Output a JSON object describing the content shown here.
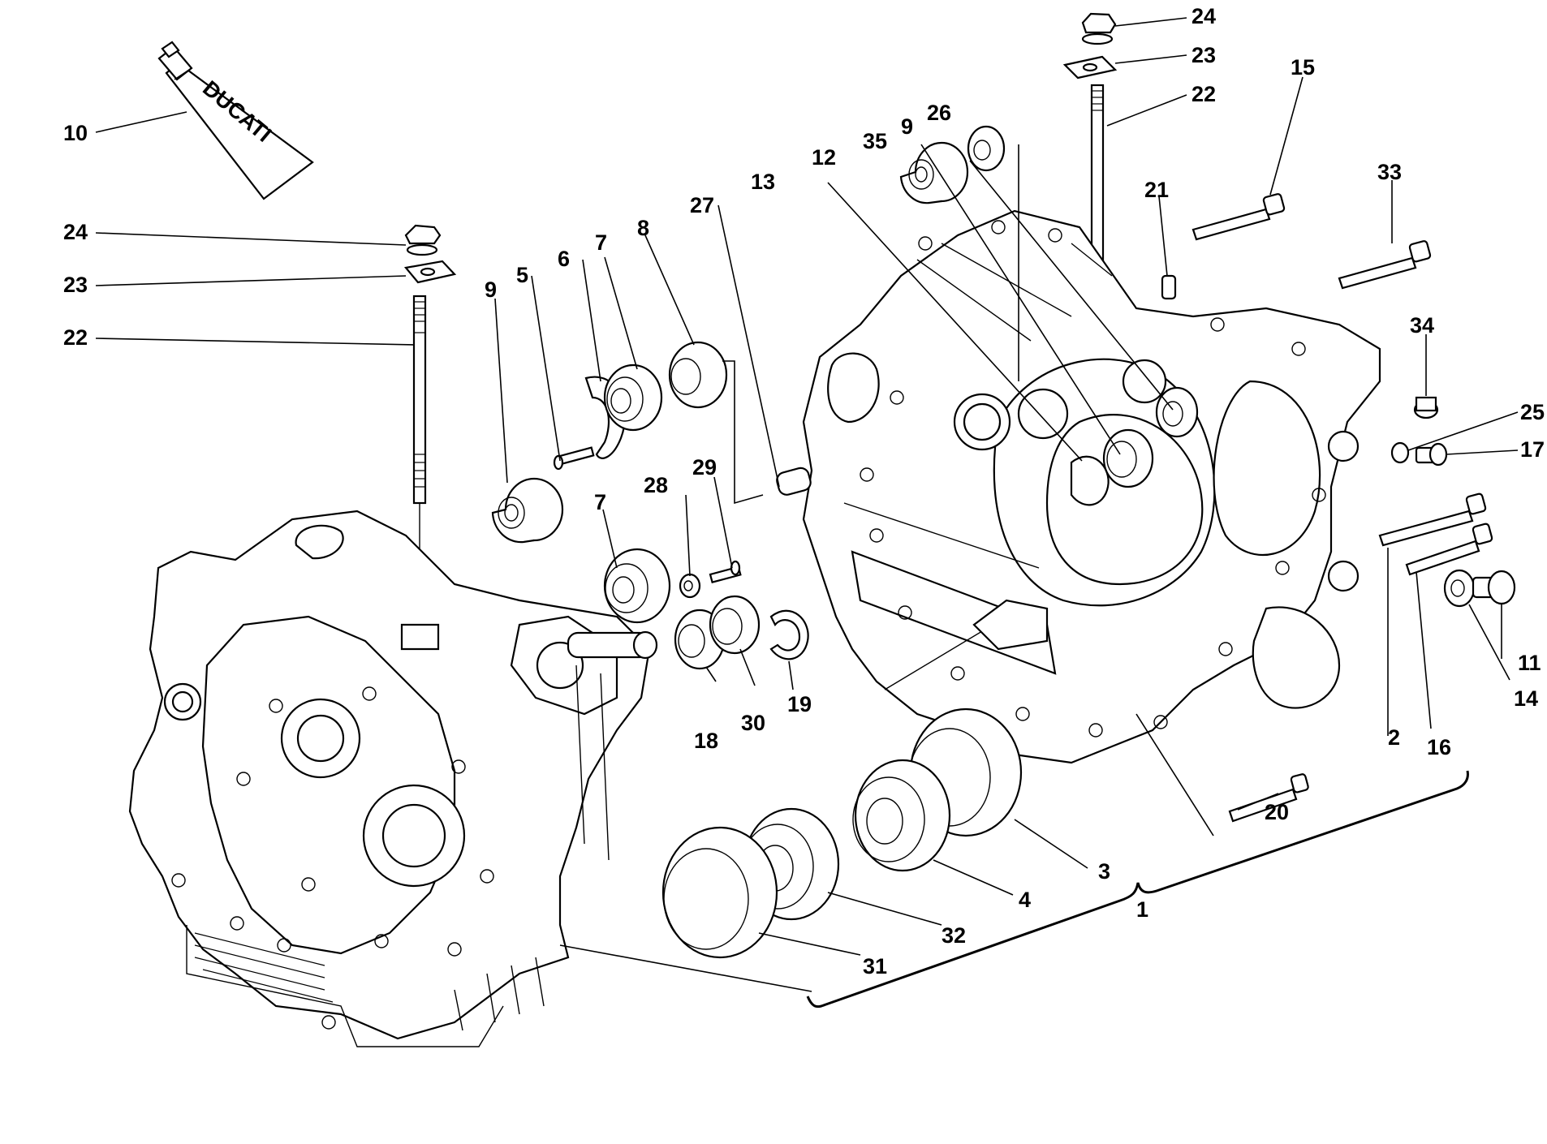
{
  "diagram": {
    "tube_brand": "DUCATI",
    "callouts": [
      "1",
      "2",
      "3",
      "4",
      "5",
      "6",
      "7",
      "7",
      "8",
      "9",
      "9",
      "10",
      "11",
      "12",
      "13",
      "14",
      "15",
      "16",
      "17",
      "18",
      "19",
      "20",
      "21",
      "22",
      "22",
      "23",
      "23",
      "24",
      "24",
      "25",
      "26",
      "27",
      "28",
      "29",
      "30",
      "31",
      "32",
      "33",
      "34",
      "35"
    ]
  }
}
